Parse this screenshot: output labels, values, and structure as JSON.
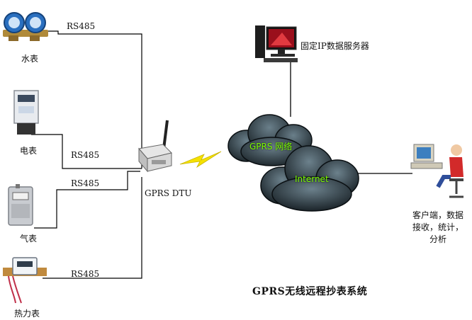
{
  "devices": {
    "water_meter": "水表",
    "electric_meter": "电表",
    "gas_meter": "气表",
    "heat_meter": "热力表"
  },
  "links": {
    "rs485_1": "RS485",
    "rs485_2": "RS485",
    "rs485_3": "RS485",
    "rs485_4": "RS485"
  },
  "dtu_label": "GPRS DTU",
  "server_label": "固定IP数据服务器",
  "clouds": {
    "gprs": "GPRS 网络",
    "internet": "Internet"
  },
  "client_label": [
    "客户端，数据",
    "接收，统计，",
    "分析"
  ],
  "title": "GPRS无线远程抄表系统"
}
